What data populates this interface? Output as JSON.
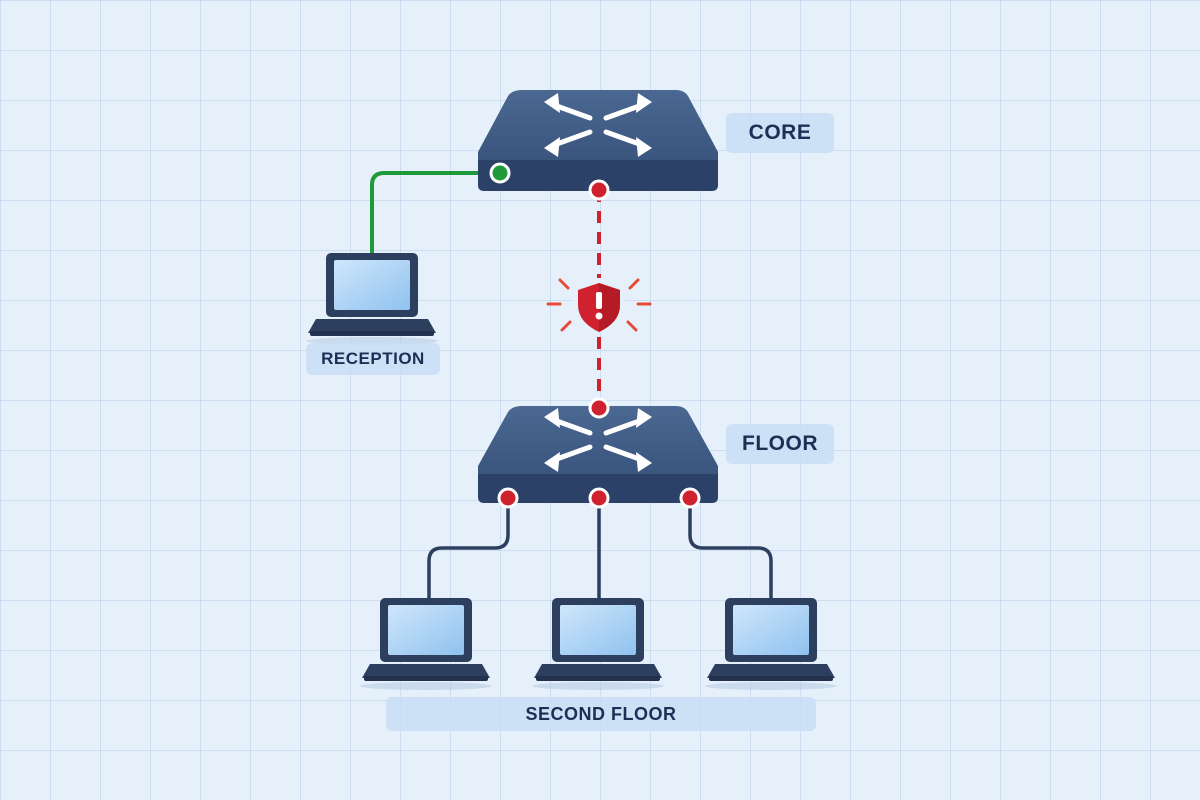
{
  "diagram": {
    "nodes": {
      "core_switch": {
        "label": "CORE"
      },
      "floor_switch": {
        "label": "FLOOR"
      },
      "reception_laptop": {
        "label": "RECEPTION"
      },
      "second_floor_group": {
        "label": "SECOND FLOOR"
      }
    },
    "links": [
      {
        "from": "core_switch",
        "to": "reception_laptop",
        "status": "ok"
      },
      {
        "from": "core_switch",
        "to": "floor_switch",
        "status": "alert"
      },
      {
        "from": "floor_switch",
        "to": "second_floor_laptop_1",
        "status": "normal"
      },
      {
        "from": "floor_switch",
        "to": "second_floor_laptop_2",
        "status": "normal"
      },
      {
        "from": "floor_switch",
        "to": "second_floor_laptop_3",
        "status": "normal"
      }
    ],
    "alert_icon": "shield-warning-icon",
    "colors": {
      "background": "#e6f0fb",
      "switch_body": "#3e5a84",
      "switch_side": "#2b4168",
      "ok_link": "#1f9a3a",
      "alert_link": "#d0212f",
      "normal_link": "#2d3f5e",
      "label_text": "#1c2f55"
    }
  }
}
